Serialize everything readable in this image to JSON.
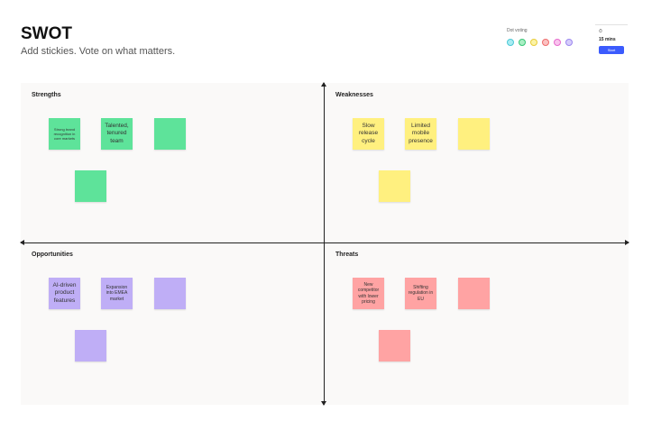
{
  "header": {
    "title": "SWOT",
    "subtitle": "Add stickies. Vote on what matters."
  },
  "dot_voting": {
    "label": "Dot voting",
    "dots": [
      {
        "name": "vote-dot-cyan",
        "fill": "#a9ecf2",
        "border": "#4cc9d6"
      },
      {
        "name": "vote-dot-green",
        "fill": "#a9efc4",
        "border": "#39c678"
      },
      {
        "name": "vote-dot-yellow",
        "fill": "#fbf3a6",
        "border": "#e8cc3a"
      },
      {
        "name": "vote-dot-red",
        "fill": "#fbc1c1",
        "border": "#ee6d6d"
      },
      {
        "name": "vote-dot-pink",
        "fill": "#f9c3ee",
        "border": "#e66bcc"
      },
      {
        "name": "vote-dot-purple",
        "fill": "#d6cdfb",
        "border": "#9b86ef"
      }
    ]
  },
  "timer": {
    "icon": "timer-icon",
    "icon_glyph": "⏱",
    "value": "15 mins",
    "start_label": "Start"
  },
  "quadrants": {
    "strengths": {
      "title": "Strengths",
      "color": "#5ee39a",
      "stickies": [
        "Strong brand recognition in core markets",
        "Talented, tenured team",
        "",
        ""
      ]
    },
    "weaknesses": {
      "title": "Weaknesses",
      "color": "#fff07f",
      "stickies": [
        "Slow release cycle",
        "Limited mobile presence",
        "",
        ""
      ]
    },
    "opportunities": {
      "title": "Opportunities",
      "color": "#bfaef6",
      "stickies": [
        "AI-driven product features",
        "Expansion into EMEA market",
        "",
        ""
      ]
    },
    "threats": {
      "title": "Threats",
      "color": "#ffa3a3",
      "stickies": [
        "New competitor with lower pricing",
        "Shifting regulation in EU",
        "",
        ""
      ]
    }
  }
}
